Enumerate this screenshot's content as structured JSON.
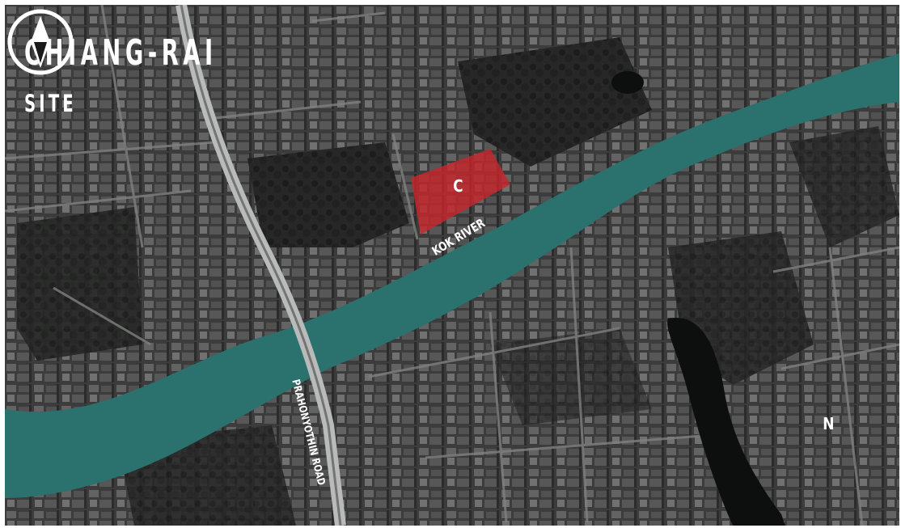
{
  "map": {
    "title": "CHIANG-RAI",
    "subtitle": "SITE",
    "site_marker": {
      "letter": "C",
      "color": "#d82a2f"
    },
    "river": {
      "label": "KOK RIVER",
      "color": "#2f7b78"
    },
    "road": {
      "label": "PRAHONYOTHIN ROAD"
    },
    "compass": {
      "north_label": "N"
    }
  }
}
